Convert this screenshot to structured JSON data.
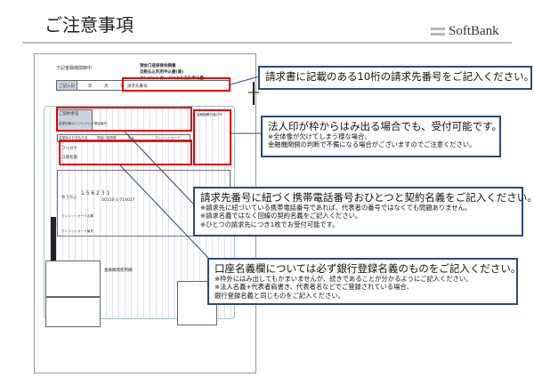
{
  "header": {
    "title": "ご注意事項",
    "logo": "SoftBank"
  },
  "form": {
    "heading_left": "下記金融機関御中",
    "heading_right": [
      "預金口座振替依頼書",
      "自動払込利用申込書(兼)",
      "クレジットカードによる支払申込書"
    ],
    "labels": {
      "date": "ご記入日",
      "date_units": [
        "年",
        "月",
        "日"
      ],
      "billing_no": "請求先番号",
      "contract_name": "ご契約者名",
      "phone": "変更対象のソフトバンク電話番号",
      "method": "変更後のお支払方法",
      "method_options": [
        "預金口座振替",
        "払込",
        "クレジットカード"
      ],
      "furigana": "フリガナ",
      "account_name": "口座名義",
      "bank_seal": "金融機関お届け印",
      "postal": "ゆうちょ",
      "postal_digits": "1 5 6 2 3 1",
      "postal_account": "00150-1-714027",
      "card_name": "クレジットカード名義",
      "card_no": "クレジットカード番号",
      "bank_usage": "金融機関使用欄"
    }
  },
  "callouts": [
    {
      "main": "請求書に記載のある10桁の請求先番号をご記入ください。",
      "subs": []
    },
    {
      "main": "法人印が枠からはみ出る場合でも、受付可能です。",
      "subs": [
        "※全体像が欠けてしまう様な場合、",
        "金融機関側の判断で不備になる場合がございますのでご注意ください。"
      ]
    },
    {
      "main": "請求先番号に紐づく携帯電話番号おひとつと契約名義をご記入ください。",
      "subs": [
        "※請求先に紐づいている携帯電話番号であれば、代表者の番号ではなくても問題ありません。",
        "※請求名義ではなく回線の契約名義をご記入ください。",
        "※ひとつの請求先につき1枚でお受付可能です。"
      ]
    },
    {
      "main": "口座名義欄については必ず銀行登録名義のものをご記入ください。",
      "subs": [
        "※枠外にはみ出してもかまいませんが、続きであることが分かるようにご記入ください。",
        "※法人名義+代表者肩書き、代表者名などでご登録されている場合、",
        "銀行登録名義と同じものをご記入ください。"
      ]
    }
  ],
  "colors": {
    "highlight": "#e00000",
    "callout_border": "#2e4a7a"
  }
}
